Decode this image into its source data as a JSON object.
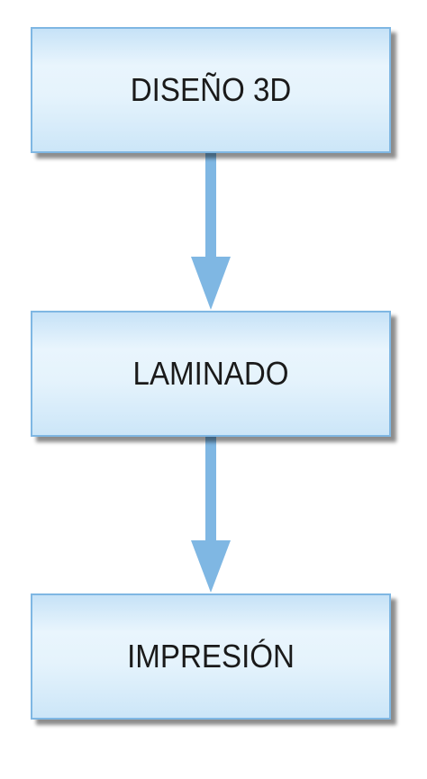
{
  "diagram": {
    "type": "vertical-flowchart",
    "accent_color": "#7fb7e3",
    "box_fill_color": "#e5f3fc",
    "nodes": [
      {
        "label": "DISEÑO 3D"
      },
      {
        "label": "LAMINADO"
      },
      {
        "label": "IMPRESIÓN"
      }
    ],
    "edges": [
      {
        "from": "DISEÑO 3D",
        "to": "LAMINADO"
      },
      {
        "from": "LAMINADO",
        "to": "IMPRESIÓN"
      }
    ]
  }
}
